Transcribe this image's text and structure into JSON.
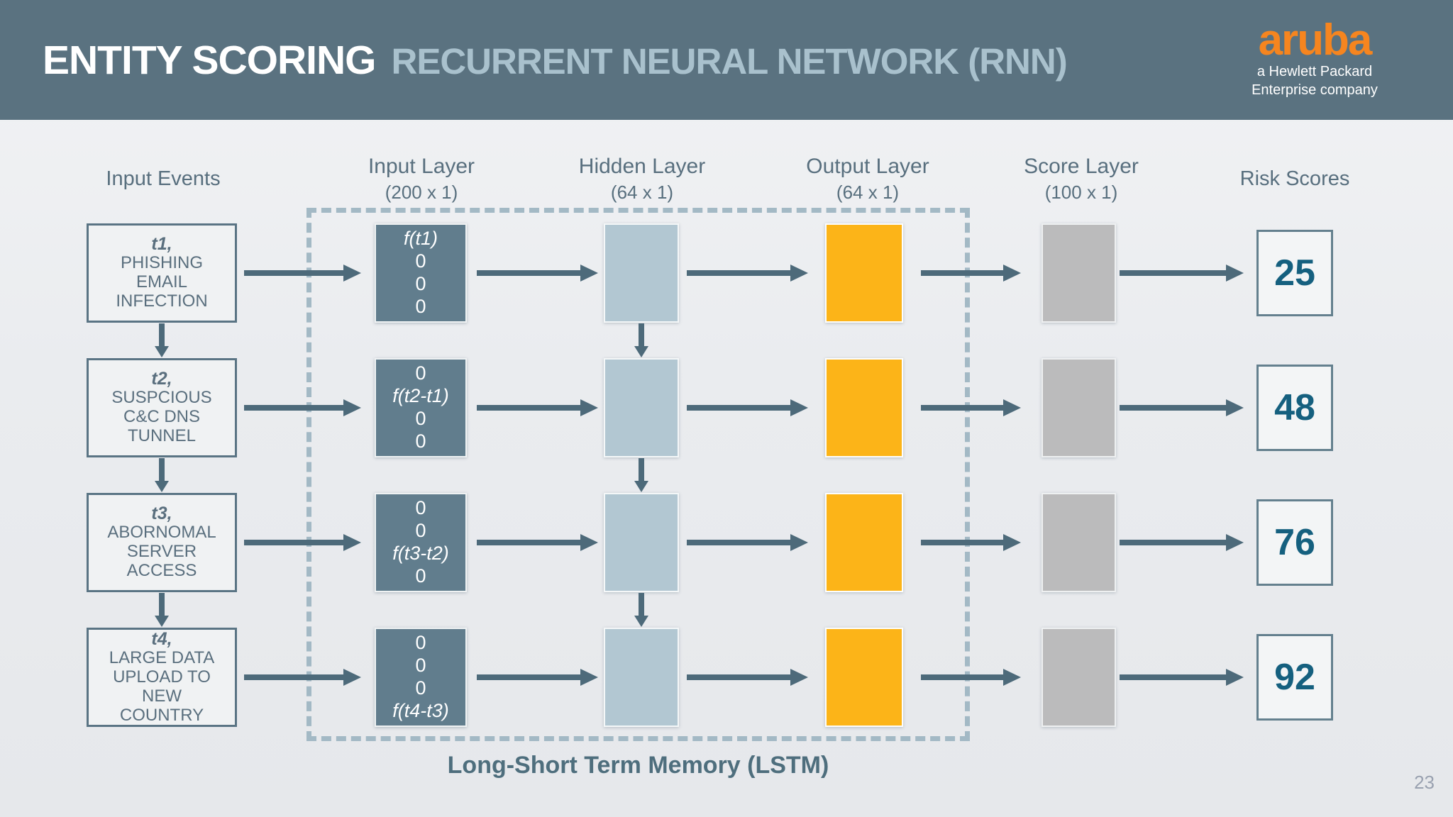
{
  "header": {
    "title": "ENTITY SCORING",
    "subtitle": "RECURRENT NEURAL NETWORK (RNN)",
    "logo": {
      "brand": "aruba",
      "tagline_line1": "a Hewlett Packard",
      "tagline_line2": "Enterprise company"
    }
  },
  "columns": [
    {
      "label": "Input Events",
      "dims": ""
    },
    {
      "label": "Input Layer",
      "dims": "(200 x 1)"
    },
    {
      "label": "Hidden Layer",
      "dims": "(64 x 1)"
    },
    {
      "label": "Output Layer",
      "dims": "(64 x 1)"
    },
    {
      "label": "Score Layer",
      "dims": "(100 x 1)"
    },
    {
      "label": "Risk Scores",
      "dims": ""
    }
  ],
  "rows": [
    {
      "event_time": "t1,",
      "event_desc": "PHISHING EMAIL INFECTION",
      "vector": [
        "f(t1)",
        "0",
        "0",
        "0"
      ],
      "risk_score": "25"
    },
    {
      "event_time": "t2,",
      "event_desc": "SUSPCIOUS C&C DNS TUNNEL",
      "vector": [
        "0",
        "f(t2-t1)",
        "0",
        "0"
      ],
      "risk_score": "48"
    },
    {
      "event_time": "t3,",
      "event_desc": "ABORNOMAL SERVER ACCESS",
      "vector": [
        "0",
        "0",
        "f(t3-t2)",
        "0"
      ],
      "risk_score": "76"
    },
    {
      "event_time": "t4,",
      "event_desc": "LARGE DATA UPLOAD TO NEW COUNTRY",
      "vector": [
        "0",
        "0",
        "0",
        "f(t4-t3)"
      ],
      "risk_score": "92"
    }
  ],
  "lstm_label": "Long-Short Term Memory (LSTM)",
  "page_number": "23",
  "colors": {
    "header_bar": "#5a7280",
    "subtitle_text": "#a9c1cd",
    "aruba_orange": "#f6851f",
    "input_layer_box": "#617d8d",
    "hidden_layer_box": "#b2c7d2",
    "output_layer_box": "#fcb418",
    "score_layer_box": "#bbbbbc",
    "risk_number": "#15607f",
    "arrow": "#4d6a7a",
    "lstm_dash": "#a3b9c5"
  }
}
